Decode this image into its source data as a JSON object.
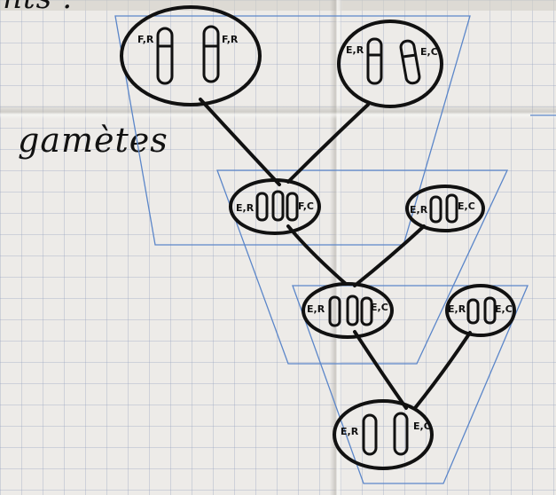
{
  "image": {
    "kind": "photo of hand-drawn diagram on squared paper",
    "paper_color": "#edebe8",
    "grid_color": "#9aa0be",
    "ink_color": "#111111",
    "trapezoid_color": "#5b86c9"
  },
  "labels": {
    "gametes": "gamètes",
    "top_cropped": "ents :"
  },
  "cells": {
    "parent_left": {
      "alleles": [
        "F,R",
        "F,R"
      ]
    },
    "parent_right": {
      "alleles": [
        "E,R",
        "E,C"
      ]
    },
    "f1_left": {
      "alleles": [
        "E,R",
        "F,C"
      ]
    },
    "f1_right": {
      "alleles": [
        "E,R",
        "E,C"
      ]
    },
    "f2_left": {
      "alleles": [
        "E,R",
        "E,C"
      ]
    },
    "f2_right": {
      "alleles": [
        "E,R",
        "E,C"
      ]
    },
    "bottom": {
      "alleles": [
        "E,R",
        "E,C"
      ]
    }
  }
}
